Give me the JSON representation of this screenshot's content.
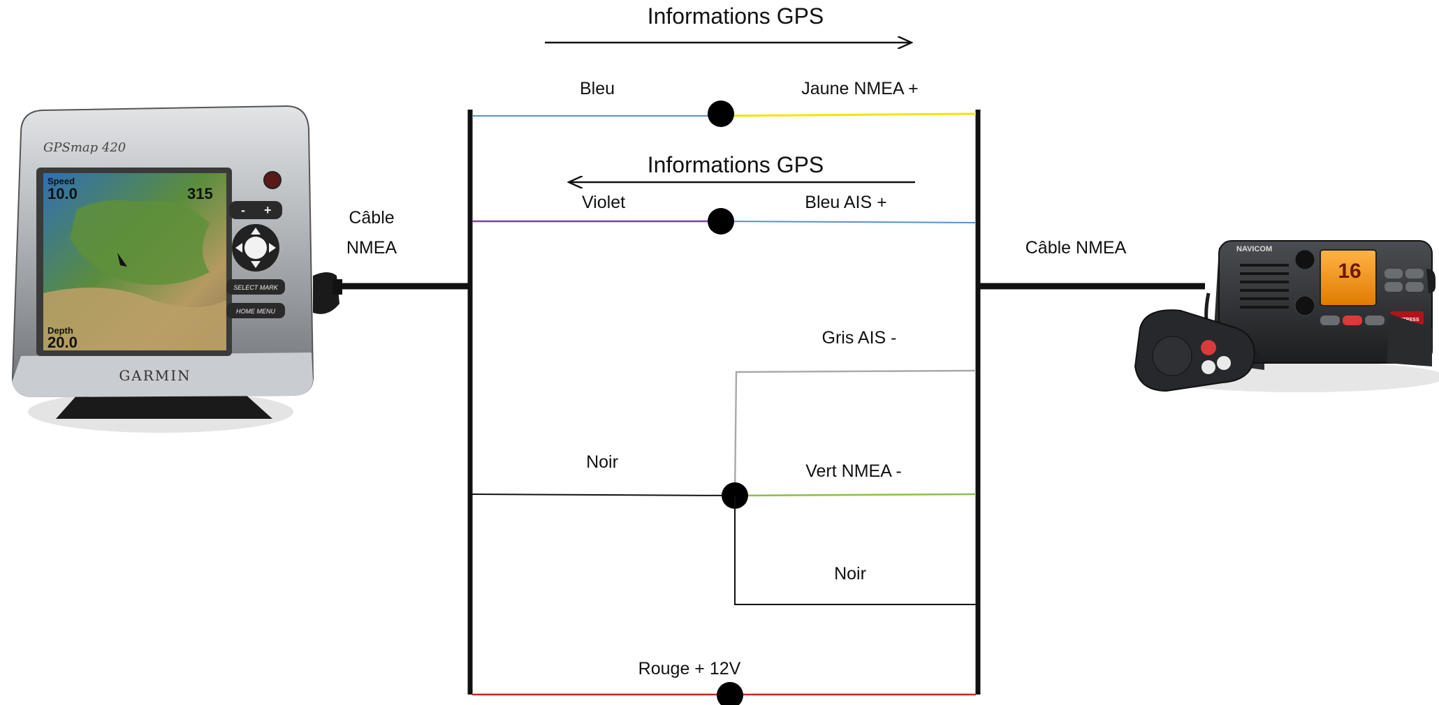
{
  "gps_flow": {
    "top": "Informations GPS",
    "middle": "Informations GPS"
  },
  "cables": {
    "left": [
      "Câble",
      "NMEA"
    ],
    "right": "Câble NMEA"
  },
  "wires": [
    {
      "left": "Bleu",
      "right": "Jaune NMEA +",
      "left_color": "#5b8fc7",
      "right_color": "#f2e600"
    },
    {
      "left": "Violet",
      "right": "Bleu AIS +",
      "left_color": "#7b3fa8",
      "right_color": "#5b8fc7"
    },
    {
      "right": "Gris AIS -",
      "right_color": "#a8a8a8"
    },
    {
      "left": "Noir",
      "right": "Vert NMEA -",
      "left_color": "#111111",
      "right_color": "#8fbf4f"
    },
    {
      "right": "Noir",
      "right_color": "#111111"
    },
    {
      "center": "Rouge + 12V",
      "color": "#c62828"
    }
  ],
  "gps_unit": {
    "model": "GPSmap 420",
    "brand": "GARMIN",
    "speed_label": "Speed",
    "speed_value": "10.0",
    "course_value": "315",
    "depth_label": "Depth",
    "depth_value": "20.0",
    "btn_minus": "-",
    "btn_plus": "+",
    "btn_select_mark": "SELECT MARK",
    "btn_home_menu": "HOME MENU"
  },
  "vhf_radio": {
    "brand": "NAVICOM",
    "channel": "16",
    "distress": "DISTRESS"
  }
}
